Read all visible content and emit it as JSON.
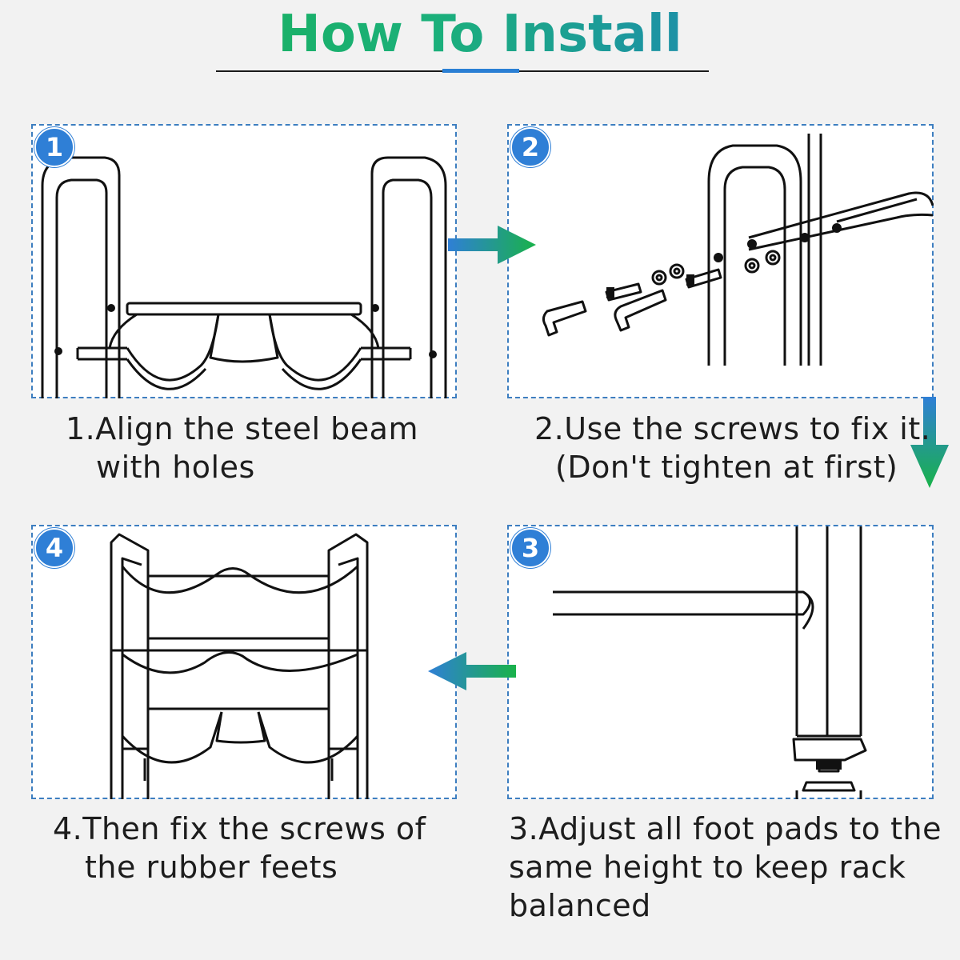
{
  "title": "How To Install",
  "steps": [
    {
      "number": "1",
      "line1": "1.Align the steel beam",
      "line2": "with holes",
      "line3": ""
    },
    {
      "number": "2",
      "line1": "2.Use the screws to fix it.",
      "line2": "(Don't tighten at first)",
      "line3": ""
    },
    {
      "number": "3",
      "line1": "3.Adjust all foot pads to the",
      "line2": "same height to keep rack",
      "line3": "balanced"
    },
    {
      "number": "4",
      "line1": "4.Then fix the screws of",
      "line2": "the rubber feets",
      "line3": ""
    }
  ],
  "colors": {
    "accent_blue": "#2f7fd6",
    "accent_green": "#19b24a",
    "dash_border": "#3d7ec0"
  },
  "icons": [
    "arrow-right-icon",
    "arrow-down-icon",
    "arrow-left-icon"
  ]
}
